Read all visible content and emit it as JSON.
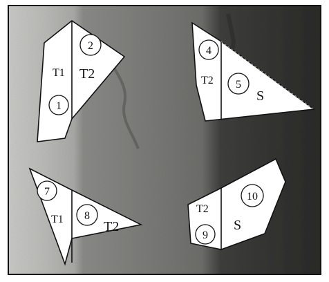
{
  "colors": {
    "frame": "#111111",
    "panel_fill": "#ffffff",
    "background_light": "#b4b4b0",
    "background_mid": "#7a7a76",
    "background_dark": "#2f2f2d"
  },
  "panels": [
    {
      "id": "top-left",
      "regions": [
        {
          "label": "T1"
        },
        {
          "label": "T2"
        }
      ],
      "numbers": [
        "1",
        "2"
      ]
    },
    {
      "id": "top-right",
      "regions": [
        {
          "label": "T2"
        },
        {
          "label": "S"
        }
      ],
      "numbers": [
        "4",
        "5"
      ]
    },
    {
      "id": "bottom-left",
      "regions": [
        {
          "label": "T1"
        },
        {
          "label": "T2"
        }
      ],
      "numbers": [
        "7",
        "8"
      ]
    },
    {
      "id": "bottom-right",
      "regions": [
        {
          "label": "T2"
        },
        {
          "label": "S"
        }
      ],
      "numbers": [
        "9",
        "10"
      ]
    }
  ]
}
